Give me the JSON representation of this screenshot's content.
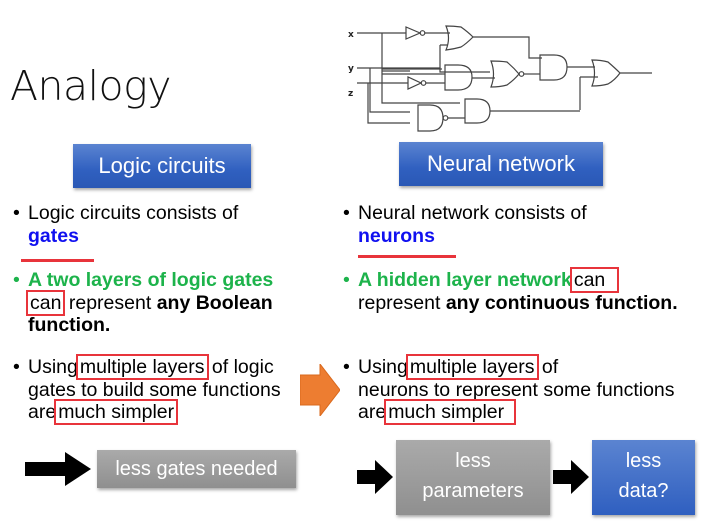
{
  "slide": {
    "title": "Analogy",
    "circuit": {
      "input_labels": [
        "x",
        "y",
        "z"
      ],
      "description": "logic-circuit-diagram"
    },
    "left": {
      "header": "Logic circuits",
      "bullet1": {
        "text": "Logic circuits consists of",
        "highlight": "gates"
      },
      "bullet2": {
        "green": "A two layers of logic gates",
        "boxed": "can",
        "plain": "represent",
        "bold": "any Boolean function."
      },
      "bullet3": {
        "pre": "Using",
        "boxed1": "multiple layers",
        "mid": "of logic gates to build some functions are",
        "boxed2": "much simpler"
      },
      "result": "less gates needed"
    },
    "right": {
      "header": "Neural network",
      "bullet1": {
        "text": "Neural network consists of",
        "highlight": "neurons"
      },
      "bullet2": {
        "green": "A hidden layer network",
        "boxed": "can",
        "plain": "represent",
        "bold": "any continuous function."
      },
      "bullet3": {
        "pre": "Using",
        "boxed1": "multiple layers",
        "mid1": "of",
        "mid2": "neurons to represent some functions are",
        "boxed2": "much simpler"
      },
      "result1": {
        "line1": "less",
        "line2": "parameters"
      },
      "result2": {
        "line1": "less",
        "line2": "data?"
      }
    },
    "colors": {
      "header_blue": "#3366c4",
      "highlight_blue": "#1010f0",
      "green": "#1db34b",
      "red_box": "#e8343b",
      "orange_arrow": "#ed7d31",
      "gray_box": "#999999"
    }
  }
}
